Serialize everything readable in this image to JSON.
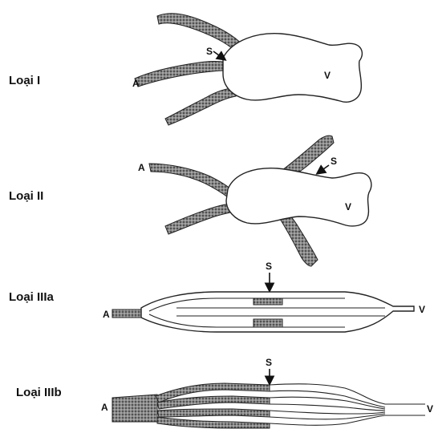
{
  "types": [
    {
      "label": "Loại I",
      "markers": {
        "a": "A",
        "s": "S",
        "v": "V"
      }
    },
    {
      "label": "Loại II",
      "markers": {
        "a": "A",
        "s": "S",
        "v": "V"
      }
    },
    {
      "label": "Loại IIIa",
      "markers": {
        "a": "A",
        "s": "S",
        "v": "V"
      }
    },
    {
      "label": "Loại IIIb",
      "markers": {
        "a": "A",
        "s": "S",
        "v": "V"
      }
    }
  ]
}
